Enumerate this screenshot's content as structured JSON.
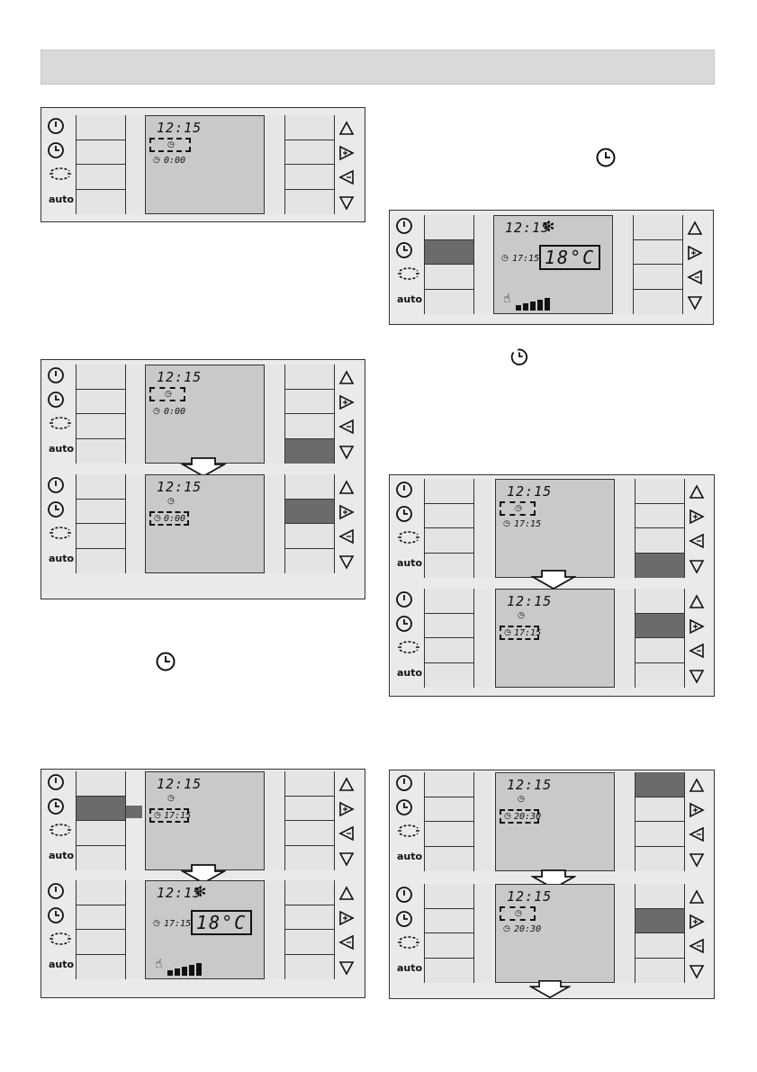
{
  "header": {
    "title": ""
  },
  "icons": {
    "left": [
      "power-icon",
      "clock-icon",
      "sweep-icon",
      "auto-label"
    ],
    "right": [
      "up-triangle-icon",
      "next-triangle-icon",
      "prev-triangle-icon",
      "down-triangle-icon"
    ],
    "auto_text": "auto"
  },
  "colors": {
    "lcd": "#c9c9c9",
    "pressed": "#6b6b6b",
    "panel": "#eaeaea",
    "title_bar": "#d9d9d9"
  },
  "panels": [
    {
      "time": "12:15",
      "timer": "0:00"
    },
    {
      "time": "12:15",
      "timer_top": "0:00",
      "timer_bottom": "0:00"
    },
    {
      "time": "12:15",
      "timer_top": "17:15",
      "timer_bottom": "17:15",
      "temperature": "18°C"
    },
    {
      "time": "12:15",
      "timer": "17:15",
      "temperature": "18°C"
    },
    {
      "time": "12:15",
      "timer_top": "17:15",
      "timer_bottom": "17:15"
    },
    {
      "time": "12:15",
      "timer_top": "20:30",
      "timer_bottom": "20:30"
    }
  ]
}
